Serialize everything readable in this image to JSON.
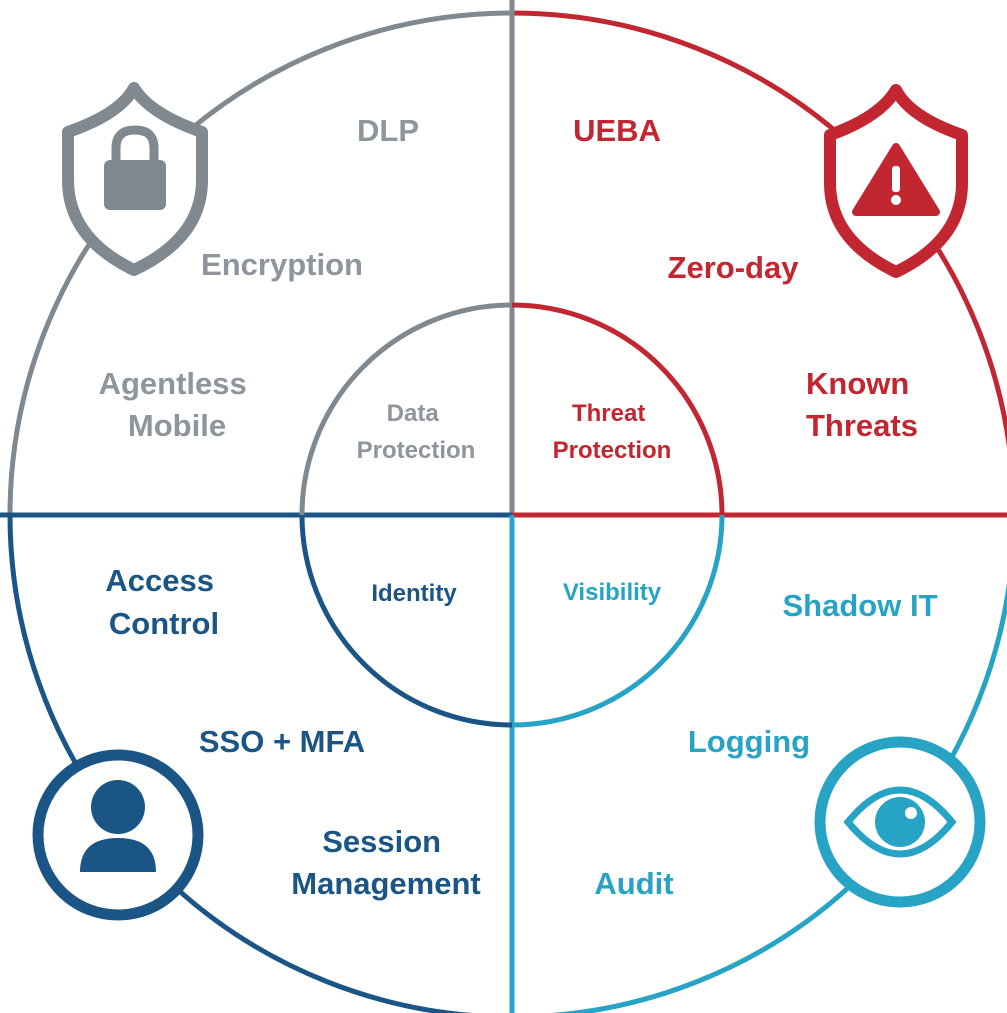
{
  "colors": {
    "gray": "#808890",
    "gray_text": "#8e959c",
    "red": "#c22630",
    "navy": "#1b5586",
    "teal": "#27a3c6",
    "background": "#ffffff"
  },
  "quadrants": {
    "data_protection": {
      "center_lines": [
        "Data",
        "Protection"
      ],
      "items": [
        "DLP",
        "Encryption",
        "Agentless",
        "Mobile"
      ],
      "icon": "lock-shield-icon"
    },
    "threat_protection": {
      "center_lines": [
        "Threat",
        "Protection"
      ],
      "items": [
        "UEBA",
        "Zero-day",
        "Known",
        "Threats"
      ],
      "icon": "warning-shield-icon"
    },
    "identity": {
      "center_lines": [
        "Identity"
      ],
      "items": [
        "Access",
        "Control",
        "SSO + MFA",
        "Session",
        "Management"
      ],
      "icon": "user-icon"
    },
    "visibility": {
      "center_lines": [
        "Visibility"
      ],
      "items": [
        "Shadow IT",
        "Logging",
        "Audit"
      ],
      "icon": "eye-icon"
    }
  }
}
